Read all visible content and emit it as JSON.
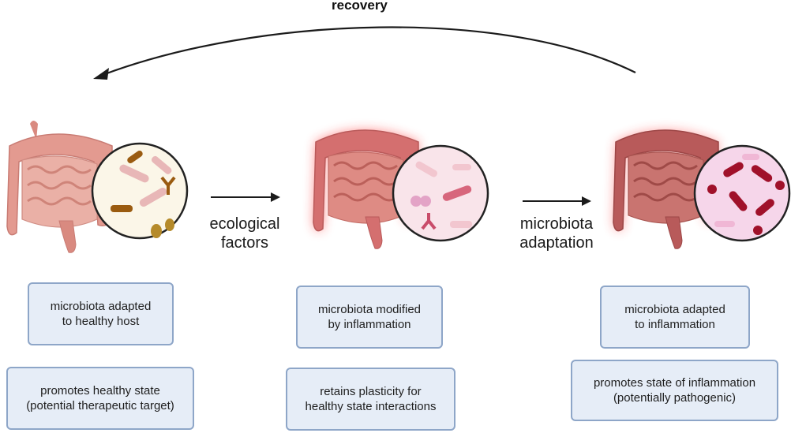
{
  "recovery_label": "recovery",
  "transitions": [
    {
      "line1": "ecological",
      "line2": "factors"
    },
    {
      "line1": "microbiota",
      "line2": "adaptation"
    }
  ],
  "stages": [
    {
      "state_line1": "microbiota adapted",
      "state_line2": "to healthy host",
      "effect_line1": "promotes healthy state",
      "effect_line2": "(potential therapeutic target)"
    },
    {
      "state_line1": "microbiota modified",
      "state_line2": "by inflammation",
      "effect_line1": "retains plasticity for",
      "effect_line2": "healthy state interactions"
    },
    {
      "state_line1": "microbiota adapted",
      "state_line2": "to inflammation",
      "effect_line1": "promotes state of inflammation",
      "effect_line2": "(potentially pathogenic)"
    }
  ],
  "colors": {
    "box_fill": "#e6edf7",
    "box_border": "#8ea6c8",
    "gut_healthy": "#e39a90",
    "gut_inflamed": "#d46f6f",
    "gut_severe": "#b85a5a",
    "glow": "#ff2d2d"
  }
}
